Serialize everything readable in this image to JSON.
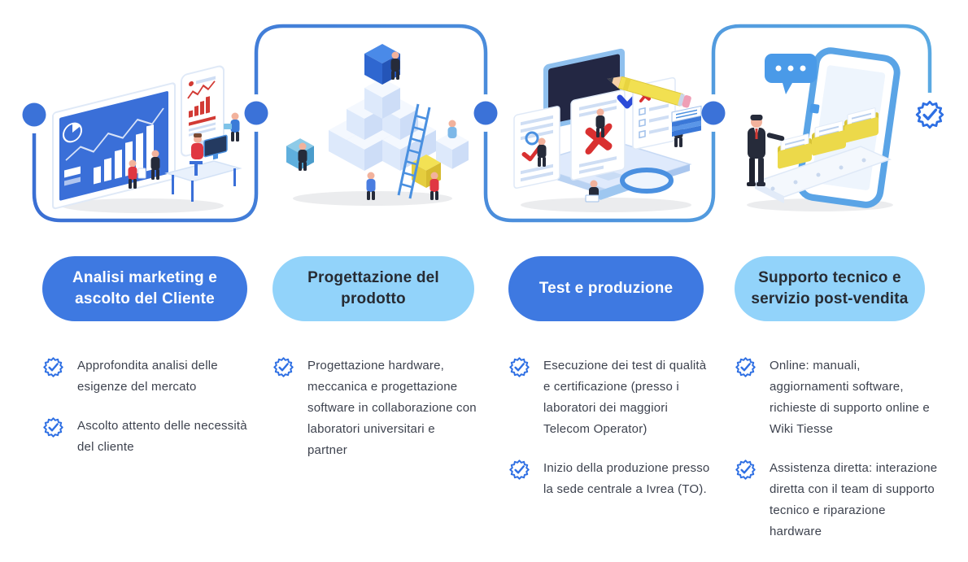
{
  "palette": {
    "connector_start": "#3a6fd4",
    "connector_end": "#5aa9e2",
    "node_dot": "#3b72d8",
    "pill_dark": "#3e79e1",
    "pill_dark_text": "#ffffff",
    "pill_light": "#92d3fa",
    "pill_light_text": "#272b33",
    "body_text": "#3d424e",
    "seal_blue": "#2e6fe3",
    "accent_red": "#d93035",
    "accent_yellow": "#ecd94a"
  },
  "steps": [
    {
      "title": "Analisi marketing e ascolto del Cliente",
      "variant": "dark",
      "illustration": "marketing-analysis-scene",
      "bullets": [
        "Approfondita analisi delle esigenze del mercato",
        "Ascolto attento delle necessità del cliente"
      ]
    },
    {
      "title": "Progettazione del prodotto",
      "variant": "light",
      "illustration": "product-design-cubes-scene",
      "bullets": [
        "Progettazione hardware, meccanica e progettazione software in collaborazione con laboratori universitari e partner"
      ]
    },
    {
      "title": "Test e produzione",
      "variant": "dark",
      "illustration": "testing-checklist-scene",
      "bullets": [
        "Esecuzione dei test di qualità e certificazione (presso i laboratori dei maggiori Telecom Operator)",
        "Inizio della produzione presso la sede centrale a Ivrea (TO)."
      ]
    },
    {
      "title": "Supporto tecnico e servizio post-vendita",
      "variant": "light",
      "illustration": "support-phone-folders-scene",
      "bullets": [
        "Online: manuali, aggiornamenti software, richieste di supporto online e Wiki Tiesse",
        "Assistenza diretta: interazione diretta con il team di supporto tecnico e riparazione hardware"
      ]
    }
  ],
  "connector": {
    "node_count": 4,
    "end_badge": "verified-seal-check"
  }
}
